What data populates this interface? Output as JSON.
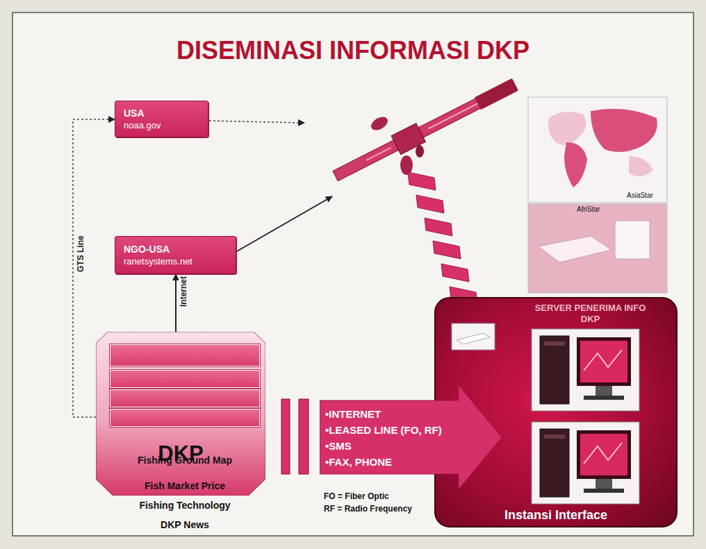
{
  "diagram": {
    "title": "DISEMINASI INFORMASI DKP",
    "nodes": [
      {
        "text": [
          "USA",
          "noaa.gov"
        ]
      },
      {
        "text": [
          "NGO-USA",
          "ranetsystems.net"
        ]
      },
      {
        "text": [
          "DKP"
        ]
      },
      {
        "text": [
          "Fishing Ground Map"
        ],
        "in": 2
      },
      {
        "text": [
          "Fish Market Price"
        ],
        "in": 2
      },
      {
        "text": [
          "Fishing Technology"
        ],
        "in": 2
      },
      {
        "text": [
          "DKP News"
        ],
        "in": 2
      },
      {
        "text": [
          "•INTERNET",
          "•LEASED LINE (FO, RF)",
          "•SMS",
          "•FAX, PHONE"
        ]
      },
      {
        "text": [
          "SERVER PENERIMA INFO DKP",
          "Instansi Interface"
        ]
      }
    ],
    "edges": [
      {
        "from": 2,
        "to": 1,
        "label": "Internet",
        "arrow": "to"
      },
      {
        "from": 2,
        "to": 0,
        "label": "GTS Line",
        "arrow": "to"
      }
    ],
    "labels": [
      "AsiaStar",
      "AfriStar",
      "FO = Fiber Optic",
      "RF = Radio Frequency"
    ]
  }
}
